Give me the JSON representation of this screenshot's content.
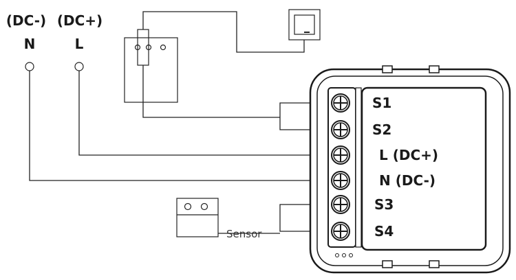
{
  "supply": {
    "neutral_polarity": "(DC-)",
    "neutral_letter": "N",
    "live_polarity": "(DC+)",
    "live_letter": "L"
  },
  "sensor": {
    "label": "Sensor"
  },
  "module": {
    "terminals": [
      {
        "id": "s1",
        "label": "S1"
      },
      {
        "id": "s2",
        "label": "S2"
      },
      {
        "id": "l",
        "label": "L (DC+)"
      },
      {
        "id": "n",
        "label": "N (DC-)"
      },
      {
        "id": "s3",
        "label": "S3"
      },
      {
        "id": "s4",
        "label": "S4"
      }
    ]
  }
}
